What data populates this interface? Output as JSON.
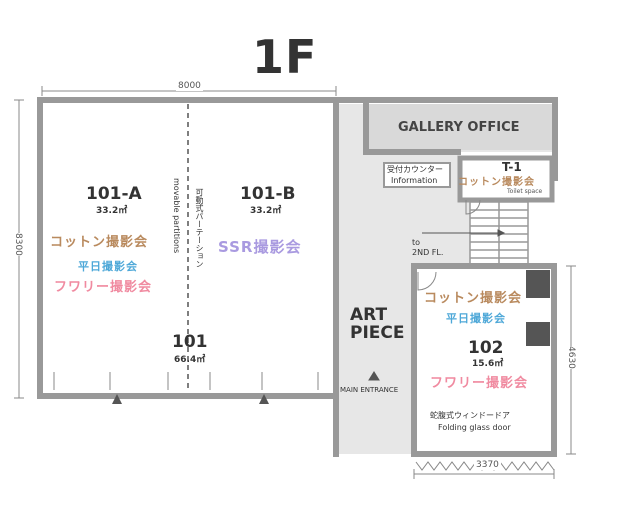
{
  "floor_title": "1F",
  "dimensions": {
    "top_width": "8000",
    "left_height": "8300",
    "room102_width": "3370",
    "room102_height": "4630"
  },
  "rooms": {
    "r101a": {
      "name": "101-A",
      "area": "33.2㎡"
    },
    "r101b": {
      "name": "101-B",
      "area": "33.2㎡"
    },
    "r101": {
      "name": "101",
      "area": "66.4㎡"
    },
    "r102": {
      "name": "102",
      "area": "15.6㎡"
    },
    "t1": {
      "name": "T-1",
      "label": "Toilet space"
    }
  },
  "partition": {
    "label_jp": "可動式パーテーション",
    "label_en": "movable partitions"
  },
  "gallery_office": "GALLERY OFFICE",
  "reception": {
    "jp": "受付カウンター",
    "en": "Information"
  },
  "stairs": "to\n2ND FL.",
  "art_piece": "ART\nPIECE",
  "main_entrance": "MAIN ENTRANCE",
  "door_102": {
    "jp": "蛇腹式ウィンドードア",
    "en": "Folding glass door"
  },
  "overlays": {
    "cotton": "コットン撮影会",
    "weekday": "平日撮影会",
    "fluffy": "フワリー撮影会",
    "ssr": "SSR撮影会",
    "cotton_t1": "コットン撮影会"
  }
}
